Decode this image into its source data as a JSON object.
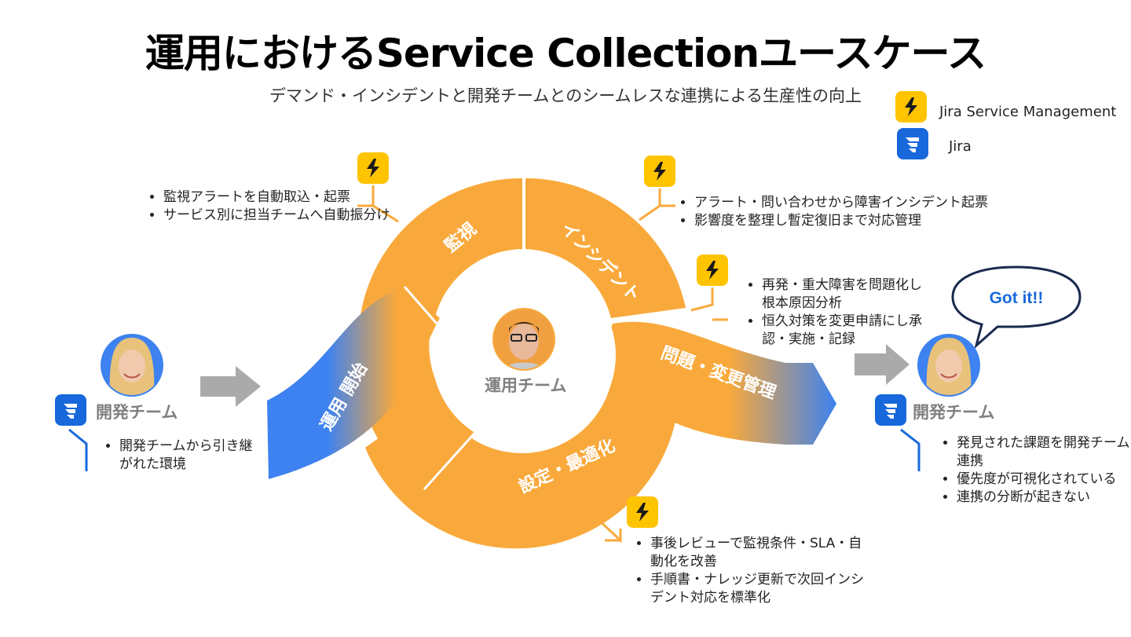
{
  "title": "運用におけるService Collectionユースケース",
  "subtitle": "デマンド・インシデントと開発チームとのシームレスな連携による生産性の向上",
  "legend": [
    {
      "label": "Jira Service Management",
      "icon": "jira-service-management-icon",
      "color": "#ffc400"
    },
    {
      "label": "Jira",
      "icon": "jira-icon",
      "color": "#1868db"
    }
  ],
  "colors": {
    "orange": "#f9a93b",
    "blue": "#3d82f0",
    "gray_arrow": "#aaaaaa",
    "jsm": "#ffc400",
    "jira": "#1868db"
  },
  "center": {
    "label": "運用チーム"
  },
  "segments": {
    "monitor": "監視",
    "incident": "インシデント",
    "problem": "問題・変更管理",
    "settings": "設定・最適化",
    "start": "運用 開始"
  },
  "notes": {
    "monitor": [
      "監視アラートを自動取込・起票",
      "サービス別に担当チームへ自動振分け"
    ],
    "incident": [
      "アラート・問い合わせから障害インシデント起票",
      "影響度を整理し暫定復旧まで対応管理"
    ],
    "problem": [
      "再発・重大障害を問題化し根本原因分析",
      "恒久対策を変更申請にし承認・実施・記録"
    ],
    "settings": [
      "事後レビューで監視条件・SLA・自動化を改善",
      "手順書・ナレッジ更新で次回インシデント対応を標準化"
    ],
    "left_team": [
      "開発チームから引き継がれた環境"
    ],
    "right_team": [
      "発見された課題を開発チームと連携",
      "優先度が可視化されている",
      "連携の分断が起きない"
    ]
  },
  "left_team": {
    "label": "開発チーム"
  },
  "right_team": {
    "label": "開発チーム"
  },
  "bubble": {
    "text": "Got it!!"
  }
}
